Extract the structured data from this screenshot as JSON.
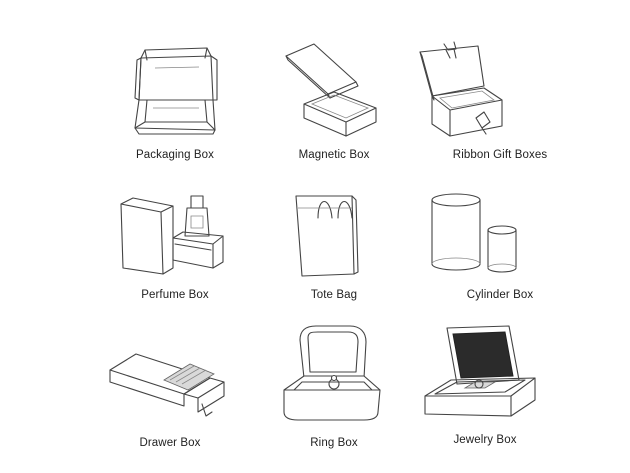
{
  "items": [
    {
      "label": "Packaging Box",
      "icon": "packaging-box-icon"
    },
    {
      "label": "Magnetic Box",
      "icon": "magnetic-box-icon"
    },
    {
      "label": "Ribbon Gift Boxes",
      "icon": "ribbon-gift-box-icon"
    },
    {
      "label": "Perfume Box",
      "icon": "perfume-box-icon"
    },
    {
      "label": "Tote Bag",
      "icon": "tote-bag-icon"
    },
    {
      "label": "Cylinder Box",
      "icon": "cylinder-box-icon"
    },
    {
      "label": "Drawer Box",
      "icon": "drawer-box-icon"
    },
    {
      "label": "Ring Box",
      "icon": "ring-box-icon"
    },
    {
      "label": "Jewelry Box",
      "icon": "jewelry-box-icon"
    }
  ]
}
